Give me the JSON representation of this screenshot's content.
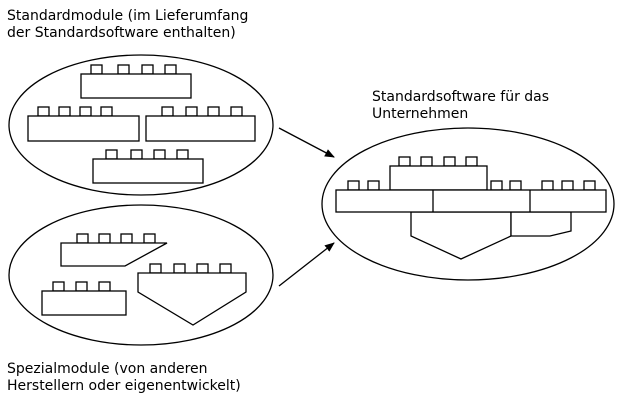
{
  "labels": {
    "standard_modules": [
      "Standardmodule (im Lieferumfang",
      "der Standardsoftware enthalten)"
    ],
    "target_software": [
      "Standardsoftware für das",
      "Unternehmen"
    ],
    "special_modules": [
      "Spezialmodule (von anderen",
      "Herstellern oder eigenentwickelt)"
    ]
  },
  "colors": {
    "stroke": "#000000",
    "fill": "#ffffff",
    "background": "#ffffff"
  }
}
